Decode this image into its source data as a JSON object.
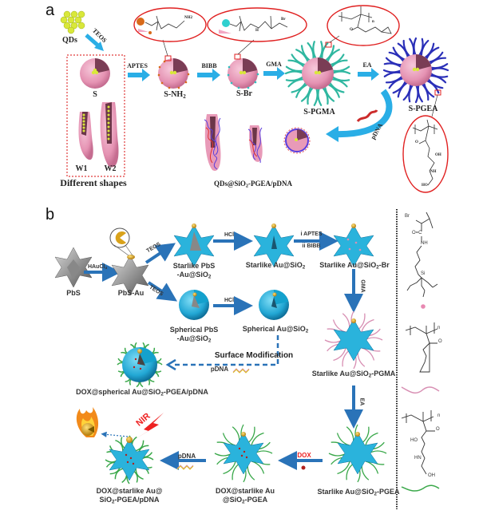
{
  "panel_a": {
    "letter": "a",
    "qds_label": "QDs",
    "teos_label": "TEOS",
    "box_title": "Different shapes",
    "shape_labels": [
      "S",
      "W1",
      "W2"
    ],
    "steps": [
      {
        "reagent": "APTES",
        "product": "S-NH",
        "product_sub": "2"
      },
      {
        "reagent": "BIBB",
        "product": "S-Br",
        "product_sub": ""
      },
      {
        "reagent": "GMA",
        "product": "S-PGMA",
        "product_sub": ""
      },
      {
        "reagent": "EA",
        "product": "S-PGEA",
        "product_sub": ""
      }
    ],
    "pdna_label": "pDNA",
    "complex_label_pre": "QDs@SiO",
    "complex_label_sub": "2",
    "complex_label_post": "-PGEA/pDNA",
    "callouts": {
      "nh2": {
        "end_group": "NH2"
      },
      "br": {
        "groups": [
          "H",
          "Br"
        ]
      },
      "pgma": {
        "labels": [
          "O",
          "n"
        ]
      },
      "pgea": {
        "labels": [
          "O",
          "OH",
          "NH",
          "HO",
          "n"
        ]
      }
    }
  },
  "panel_b": {
    "letter": "b",
    "pbs": "PbS",
    "haucl4": "HAuCl",
    "haucl4_sub": "4",
    "pbs_au": "PbS-Au",
    "teos_top": "TEOS",
    "teos_bottom": "TEOS",
    "starlike_pbs": [
      "Starlike PbS",
      "-Au@SiO"
    ],
    "spherical_pbs": [
      "Spherical PbS",
      "-Au@SiO"
    ],
    "hcl": "HCl",
    "starlike_au": "Starlike Au@SiO",
    "spherical_au": "Spherical Au@SiO",
    "aptes_bibb": [
      "i APTES",
      "ii BIBB"
    ],
    "starlike_br": [
      "Starlike Au@SiO",
      "-Br"
    ],
    "gma": "GMA",
    "surface_mod": "Surface Modification",
    "pdna": "pDNA",
    "dox_spherical": [
      "DOX@spherical Au@SiO",
      "-PGEA/pDNA"
    ],
    "starlike_pgma": [
      "Starlike Au@SiO",
      "-PGMA"
    ],
    "ea": "EA",
    "starlike_pgea": [
      "Starlike Au@SiO",
      "-PGEA"
    ],
    "dox": "DOX",
    "dox_starlike_pgea": [
      "DOX@starlike Au",
      "@SiO",
      "-PGEA"
    ],
    "dox_starlike_final": [
      "DOX@starlike Au@",
      "SiO",
      "-PGEA/pDNA"
    ],
    "nir": "NIR",
    "sub2": "2",
    "legend": {
      "bibb_struct": [
        "Br",
        "O=C",
        "NH",
        "Si",
        "O",
        "O",
        "O"
      ],
      "pgma_struct": [
        "n",
        "O",
        "O",
        "O"
      ],
      "pgea_struct": [
        "n",
        "O",
        "O",
        "HO",
        "HN",
        "OH"
      ]
    }
  },
  "colors": {
    "arrow_a": "#2aaee6",
    "arrow_b": "#2a73b8",
    "callout_red": "#e02020",
    "qd_yellow": "#d9e83a",
    "silica_pink": "#e89ab8",
    "pgma_teal": "#2fb7a0",
    "pgea_blue": "#2a2fb8",
    "star_cyan": "#2ab3dc",
    "chain_pink": "#d88fb3",
    "chain_green": "#3aa84a",
    "gold": "#d9a21a",
    "nir_red": "#ee2222"
  }
}
